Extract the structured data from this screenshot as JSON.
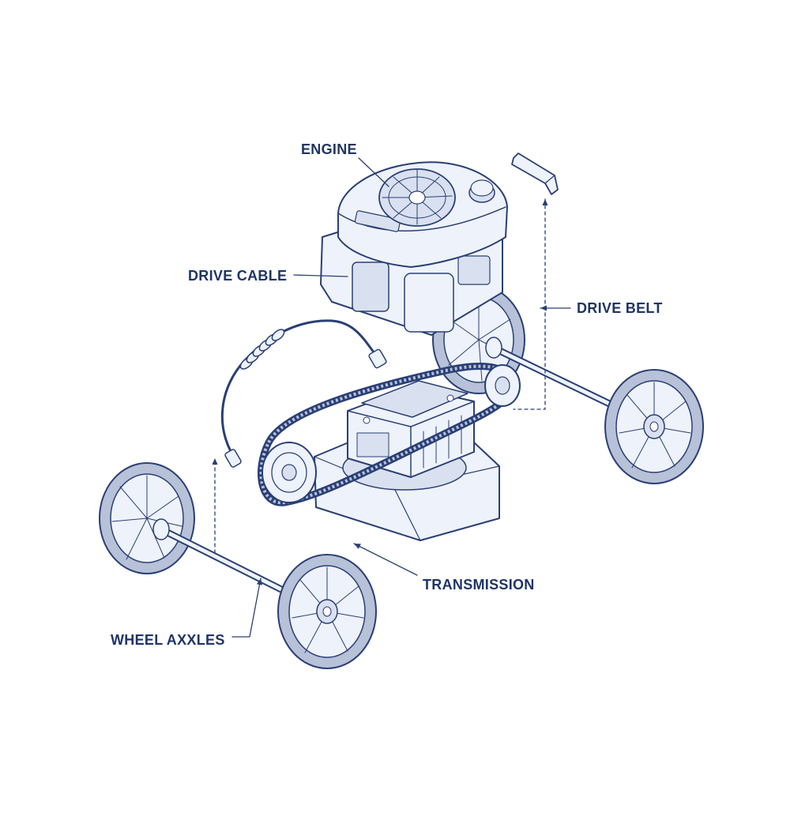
{
  "labels": {
    "engine": "ENGINE",
    "drive_cable": "DRIVE CABLE",
    "drive_belt": "DRIVE BELT",
    "transmission": "TRANSMISSION",
    "wheel_axles": "WHEEL AXXLES"
  },
  "colors": {
    "ink": "#2a3f75",
    "label": "#1f3566",
    "fill": "#eef2fa",
    "fill_dark": "#d9e0ef",
    "tire": "#b7c1d8",
    "background": "#ffffff"
  }
}
